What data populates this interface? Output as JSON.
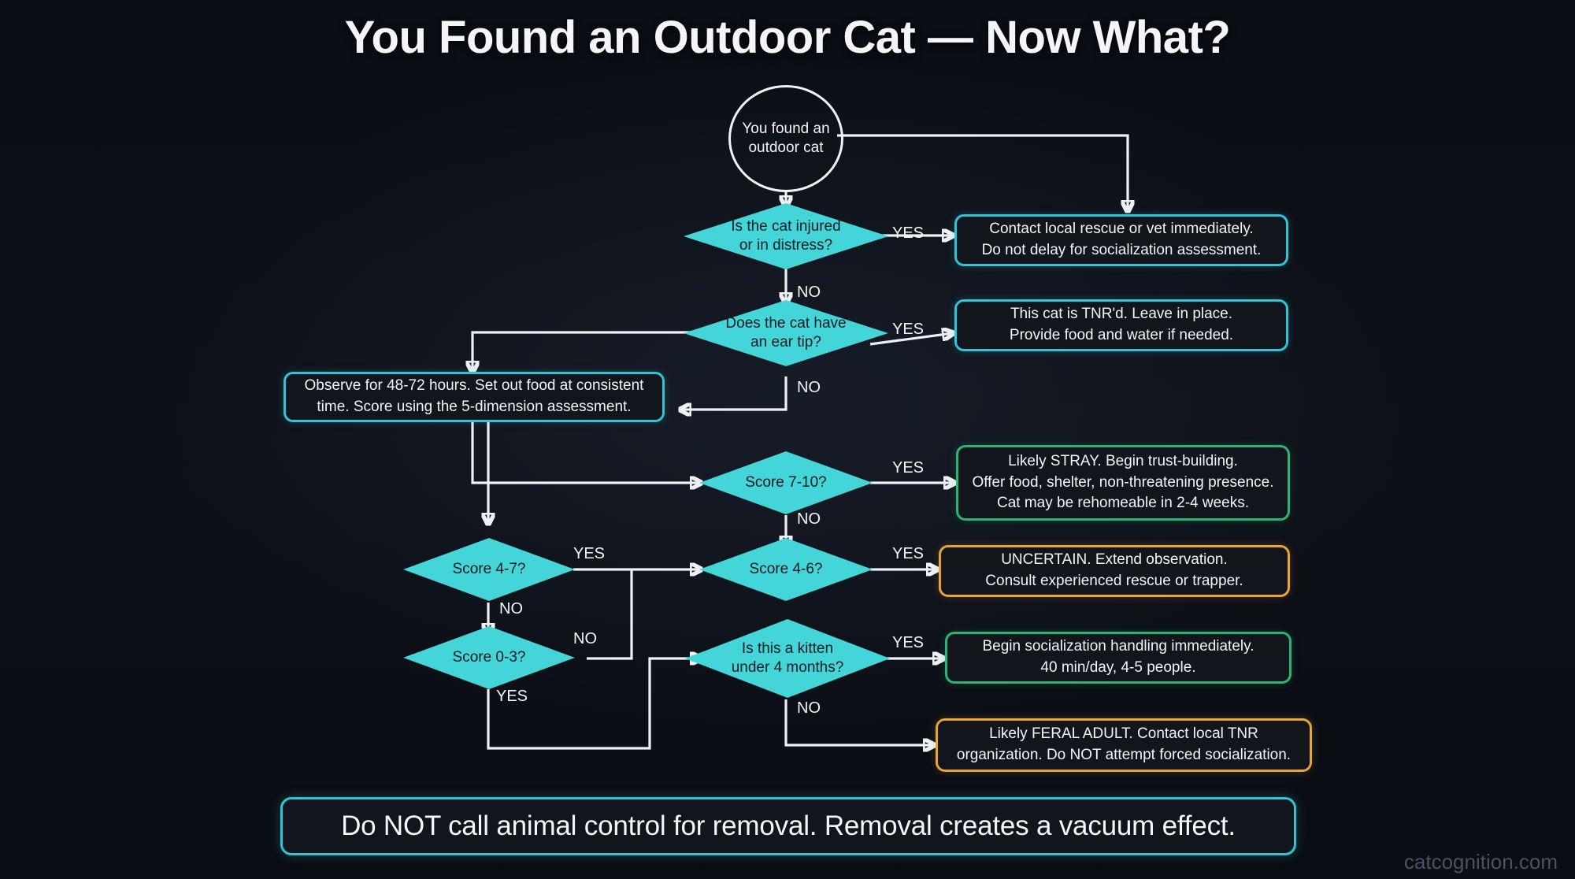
{
  "page": {
    "title": "You Found an Outdoor Cat — Now What?",
    "watermark": "catcognition.com",
    "background_color": "#0c0f16"
  },
  "colors": {
    "decision_fill": "#43d5d8",
    "decision_text": "#0d1b24",
    "cyan_border": "#2fc4d6",
    "green_border": "#2bb573",
    "orange_border": "#eaa434",
    "connector": "#eef1f4",
    "text": "#f2f5f8"
  },
  "chart_data": {
    "type": "diagram",
    "title": "You Found an Outdoor Cat — Now What?",
    "nodes": [
      {
        "id": "start",
        "kind": "start",
        "label": "You found an outdoor cat"
      },
      {
        "id": "injured",
        "kind": "decision",
        "label": "Is the cat injured or in distress?"
      },
      {
        "id": "eartip",
        "kind": "decision",
        "label": "Does the cat have an ear tip?"
      },
      {
        "id": "observe",
        "kind": "process",
        "accent": "cyan",
        "label": "Observe for 48-72 hours. Set out food at consistent time. Score using the 5-dimension assessment."
      },
      {
        "id": "score710",
        "kind": "decision",
        "label": "Score 7-10?"
      },
      {
        "id": "score47",
        "kind": "decision",
        "label": "Score 4-7?"
      },
      {
        "id": "score46",
        "kind": "decision",
        "label": "Score 4-6?"
      },
      {
        "id": "score03",
        "kind": "decision",
        "label": "Score 0-3?"
      },
      {
        "id": "kitten",
        "kind": "decision",
        "label": "Is this a kitten under 4 months?"
      },
      {
        "id": "rescue",
        "kind": "outcome",
        "accent": "cyan",
        "label": "Contact local rescue or vet immediately. Do not delay for socialization assessment."
      },
      {
        "id": "tnrd",
        "kind": "outcome",
        "accent": "cyan",
        "label": "This cat is TNR'd. Leave in place. Provide food and water if needed."
      },
      {
        "id": "stray",
        "kind": "outcome",
        "accent": "green",
        "label": "Likely STRAY. Begin trust-building. Offer food, shelter, non-threatening presence. Cat may be rehomeable in 2-4 weeks."
      },
      {
        "id": "uncertain",
        "kind": "outcome",
        "accent": "orange",
        "label": "UNCERTAIN. Extend observation. Consult experienced rescue or trapper."
      },
      {
        "id": "socialize",
        "kind": "outcome",
        "accent": "green",
        "label": "Begin socialization handling immediately. 40 min/day, 4-5 people."
      },
      {
        "id": "feral",
        "kind": "outcome",
        "accent": "orange",
        "label": "Likely FERAL ADULT. Contact local TNR organization. Do NOT attempt forced socialization."
      }
    ],
    "edges": [
      {
        "from": "start",
        "to": "injured",
        "label": ""
      },
      {
        "from": "start",
        "to": "rescue",
        "label": ""
      },
      {
        "from": "injured",
        "to": "rescue",
        "label": "YES"
      },
      {
        "from": "injured",
        "to": "eartip",
        "label": "NO"
      },
      {
        "from": "eartip",
        "to": "tnrd",
        "label": "YES"
      },
      {
        "from": "eartip",
        "to": "observe",
        "label": "NO"
      },
      {
        "from": "observe",
        "to": "score710",
        "label": ""
      },
      {
        "from": "observe",
        "to": "score47",
        "label": ""
      },
      {
        "from": "score710",
        "to": "stray",
        "label": "YES"
      },
      {
        "from": "score710",
        "to": "score46",
        "label": "NO"
      },
      {
        "from": "score47",
        "to": "score46",
        "label": "YES"
      },
      {
        "from": "score47",
        "to": "score03",
        "label": "NO"
      },
      {
        "from": "score46",
        "to": "uncertain",
        "label": "YES"
      },
      {
        "from": "score46",
        "to": "kitten",
        "label": "NO"
      },
      {
        "from": "score03",
        "to": "kitten",
        "label": "YES"
      },
      {
        "from": "kitten",
        "to": "socialize",
        "label": "YES"
      },
      {
        "from": "kitten",
        "to": "feral",
        "label": "NO"
      }
    ]
  },
  "nodes": {
    "start": {
      "line1": "You found an",
      "line2": "outdoor cat"
    },
    "injured": {
      "line1": "Is the cat injured",
      "line2": "or in distress?"
    },
    "eartip": {
      "line1": "Does the cat have",
      "line2": "an ear tip?"
    },
    "observe": {
      "line1": "Observe for 48-72 hours. Set out food at consistent",
      "line2": "time. Score using the 5-dimension assessment."
    },
    "score710": {
      "line1": "Score 7-10?"
    },
    "score47": {
      "line1": "Score 4-7?"
    },
    "score46": {
      "line1": "Score 4-6?"
    },
    "score03": {
      "line1": "Score 0-3?"
    },
    "kitten": {
      "line1": "Is this a kitten",
      "line2": "under 4 months?"
    },
    "rescue": {
      "line1": "Contact local rescue or vet immediately.",
      "line2": "Do not delay for socialization assessment."
    },
    "tnrd": {
      "line1": "This cat is TNR'd. Leave in place.",
      "line2": "Provide food and water if needed."
    },
    "stray": {
      "line1": "Likely STRAY. Begin trust-building.",
      "line2": "Offer food, shelter, non-threatening presence.",
      "line3": "Cat may be rehomeable in 2-4 weeks."
    },
    "uncertain": {
      "line1": "UNCERTAIN. Extend observation.",
      "line2": "Consult experienced rescue or trapper."
    },
    "socialize": {
      "line1": "Begin socialization handling immediately.",
      "line2": "40 min/day, 4-5 people."
    },
    "feral": {
      "line1": "Likely FERAL ADULT. Contact local TNR",
      "line2": "organization. Do NOT attempt forced socialization."
    }
  },
  "edge_labels": {
    "injured_yes": "YES",
    "injured_no": "NO",
    "eartip_yes": "YES",
    "eartip_no": "NO",
    "score710_yes": "YES",
    "score710_no": "NO",
    "score47_yes": "YES",
    "score47_no": "NO",
    "score46_yes": "YES",
    "score46_no": "NO",
    "score03_yes": "YES",
    "kitten_yes": "YES",
    "kitten_no": "NO"
  },
  "banner": {
    "text": "Do NOT call animal control for removal. Removal creates a vacuum effect."
  }
}
